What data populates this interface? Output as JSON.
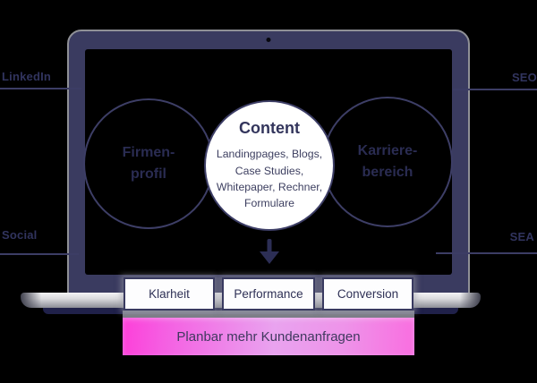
{
  "channels": {
    "top_left": "LinkedIn",
    "top_right": "SEO",
    "bottom_left": "Social",
    "bottom_right": "SEA"
  },
  "venn": {
    "left": {
      "lines": [
        "Firmen-",
        "profil"
      ]
    },
    "center": {
      "title": "Content",
      "lines": [
        "Landingpages, Blogs,",
        "Case Studies,",
        "Whitepaper, Rechner,",
        "Formulare"
      ]
    },
    "right": {
      "lines": [
        "Karriere-",
        "bereich"
      ]
    }
  },
  "pillars": [
    "Klarheit",
    "Performance",
    "Conversion"
  ],
  "banner": {
    "text": "Planbar mehr Kundenanfragen"
  },
  "icons": [
    "webcam-icon",
    "arrow-down-icon"
  ],
  "colors": {
    "background": "#000000",
    "laptop_navy": "#3a3b60",
    "line_navy": "#3c3d65",
    "circle_stroke": "#3d3e66",
    "text_navy": "#33355c",
    "base_silver": "#d9d9de",
    "banner_pink_left": "#fd3fd9",
    "banner_pink_mid": "#e9a3ef",
    "banner_pink_right": "#f96ee0"
  }
}
